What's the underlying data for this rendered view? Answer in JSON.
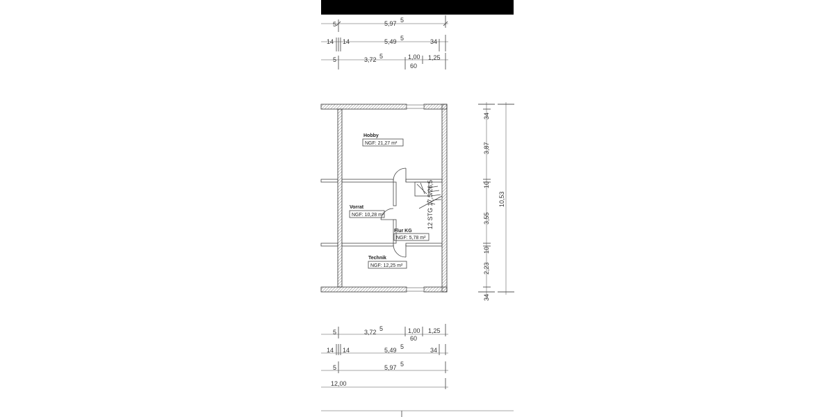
{
  "top_dimensions": {
    "row1": [
      "5",
      "5,97",
      "5"
    ],
    "row2": [
      "14",
      "14",
      "5,49",
      "5",
      "34"
    ],
    "row3": [
      "5",
      "3,72",
      "5",
      "1,00",
      "60",
      "1,25"
    ]
  },
  "bottom_dimensions": {
    "row1": [
      "5",
      "3,72",
      "5",
      "1,00",
      "60",
      "1,25"
    ],
    "row2": [
      "14",
      "14",
      "5,49",
      "5",
      "34"
    ],
    "row3": [
      "5",
      "5,97",
      "5"
    ],
    "total": "12,00"
  },
  "right_dimensions": {
    "segments": [
      "34",
      "3,87",
      "10",
      "3,55",
      "10",
      "2,23",
      "34"
    ],
    "total": "10,53"
  },
  "rooms": [
    {
      "name": "Hobby",
      "area": "NGF: 21,27  m²"
    },
    {
      "name": "Vorrat",
      "area": "NGF: 10,28  m²"
    },
    {
      "name": "Flur KG",
      "area": "NGF: 5,78  m²"
    },
    {
      "name": "Technik",
      "area": "NGF: 12,25  m²"
    }
  ],
  "stair_label": "12 STG 17,5/26,5",
  "colors": {
    "wall": "#333333",
    "dimension": "#8a8a8a",
    "header_bar": "#000000"
  }
}
